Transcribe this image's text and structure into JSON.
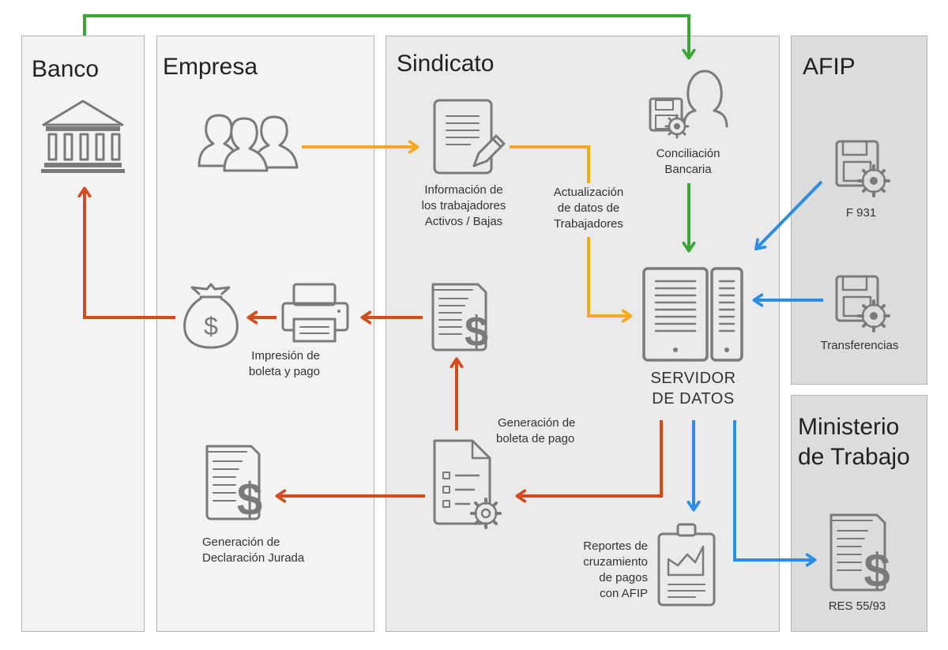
{
  "lanes": {
    "banco": "Banco",
    "empresa": "Empresa",
    "sindicato": "Sindicato",
    "afip": "AFIP",
    "ministerio": [
      "Ministerio",
      "de Trabajo"
    ]
  },
  "labels": {
    "info_trabajadores": [
      "Información de",
      "los trabajadores",
      "Activos / Bajas"
    ],
    "actualizacion": [
      "Actualización",
      "de datos de",
      "Trabajadores"
    ],
    "conciliacion": [
      "Conciliación",
      "Bancaria"
    ],
    "f931": "F 931",
    "transferencias": "Transferencias",
    "servidor": [
      "SERVIDOR",
      "DE DATOS"
    ],
    "impresion": [
      "Impresión de",
      "boleta y pago"
    ],
    "generacion_boleta": [
      "Generación de",
      "boleta de pago"
    ],
    "generacion_ddjj": [
      "Generación de",
      "Declaración Jurada"
    ],
    "reportes": [
      "Reportes de",
      "cruzamiento",
      "de pagos",
      "con AFIP"
    ],
    "res": "RES 55/93"
  },
  "colors": {
    "green": "#3aa635",
    "orange": "#f7a81b",
    "red": "#d54a1f",
    "blue": "#2b8de5",
    "icon": "#7a7a7a"
  }
}
